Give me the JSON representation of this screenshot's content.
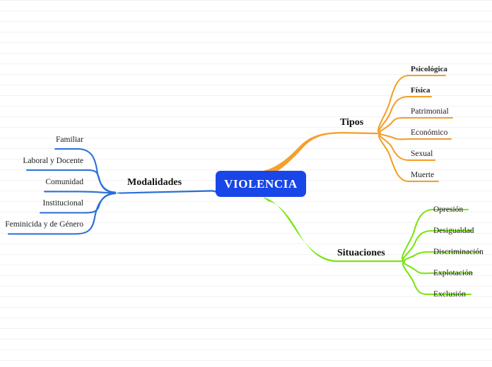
{
  "diagram": {
    "type": "mind-map",
    "title": "VIOLENCIA",
    "central": {
      "label": "VIOLENCIA",
      "fill_color": "#1846e8",
      "text_color": "#ffffff"
    },
    "colors": {
      "blue": "#2b6fd8",
      "orange": "#f4a02b",
      "green": "#7ce515",
      "background": "#ffffff",
      "rule_line": "#f2f2f4"
    },
    "branches": [
      {
        "id": "modalidades",
        "label": "Modalidades",
        "color": "#2b6fd8",
        "side": "left",
        "children": [
          {
            "label": "Familiar",
            "bold": false
          },
          {
            "label": "Laboral y Docente",
            "bold": false
          },
          {
            "label": "Comunidad",
            "bold": false
          },
          {
            "label": "Institucional",
            "bold": false
          },
          {
            "label": "Feminicida y de Género",
            "bold": false
          }
        ]
      },
      {
        "id": "tipos",
        "label": "Tipos",
        "color": "#f4a02b",
        "side": "right-top",
        "children": [
          {
            "label": "Psicológica",
            "bold": true
          },
          {
            "label": "Física",
            "bold": true
          },
          {
            "label": "Patrimonial",
            "bold": false
          },
          {
            "label": "Económico",
            "bold": false
          },
          {
            "label": "Sexual",
            "bold": false
          },
          {
            "label": "Muerte",
            "bold": false
          }
        ]
      },
      {
        "id": "situaciones",
        "label": "Situaciones",
        "color": "#7ce515",
        "side": "right-bottom",
        "children": [
          {
            "label": "Opresión",
            "bold": false
          },
          {
            "label": "Desigualdad",
            "bold": false
          },
          {
            "label": "Discriminación",
            "bold": false
          },
          {
            "label": "Explotación",
            "bold": false
          },
          {
            "label": "Exclusión",
            "bold": false
          }
        ]
      }
    ]
  }
}
